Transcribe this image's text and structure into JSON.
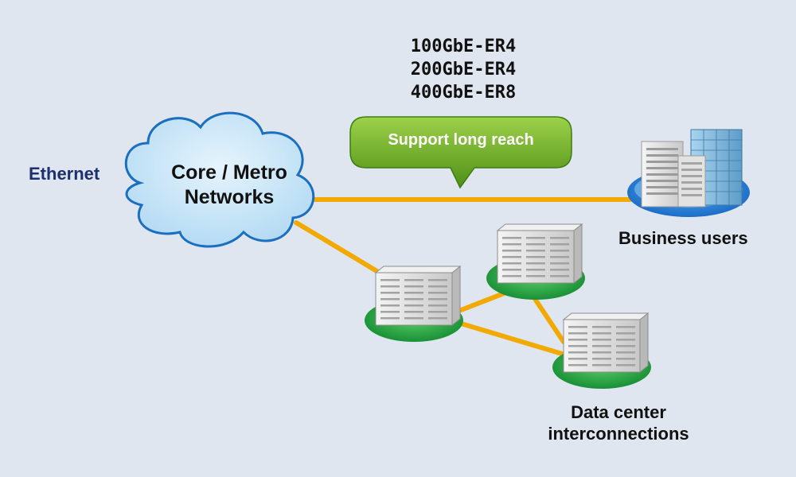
{
  "standards": [
    "100GbE-ER4",
    "200GbE-ER4",
    "400GbE-ER8"
  ],
  "ethernet_label": "Ethernet",
  "cloud": {
    "line1": "Core / Metro",
    "line2": "Networks"
  },
  "callout_label": "Support long reach",
  "business_label": "Business users",
  "datacenter": {
    "line1": "Data center",
    "line2": "interconnections"
  },
  "colors": {
    "background": "#dfe6ef",
    "link": "#f2a900",
    "cloud": "#c6e3f7",
    "callout": "#6fae25",
    "dc_base": "#1c9a3a",
    "business_base": "#1a78d2",
    "ethernet_text": "#1c2f6e"
  },
  "icons": [
    "cloud-icon",
    "office-building-icon",
    "server-rack-icon"
  ]
}
